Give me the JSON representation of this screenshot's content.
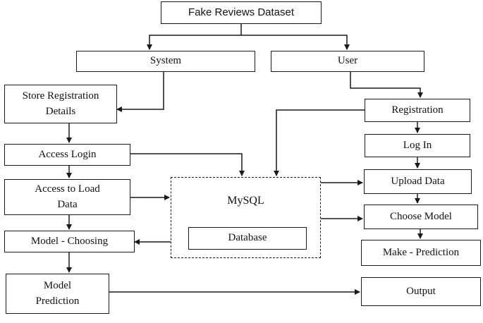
{
  "diagram": {
    "title": "Fake Reviews Dataset",
    "system": "System",
    "user": "User",
    "store_registration": "Store Registration\nDetails",
    "access_login": "Access Login",
    "access_load_data": "Access to Load\nData",
    "model_choosing": "Model - Choosing",
    "model_prediction": "Model\nPrediction",
    "mysql": "MySQL",
    "database": "Database",
    "registration": "Registration",
    "log_in": "Log In",
    "upload_data": "Upload Data",
    "choose_model": "Choose Model",
    "make_prediction": "Make - Prediction",
    "output": "Output"
  }
}
